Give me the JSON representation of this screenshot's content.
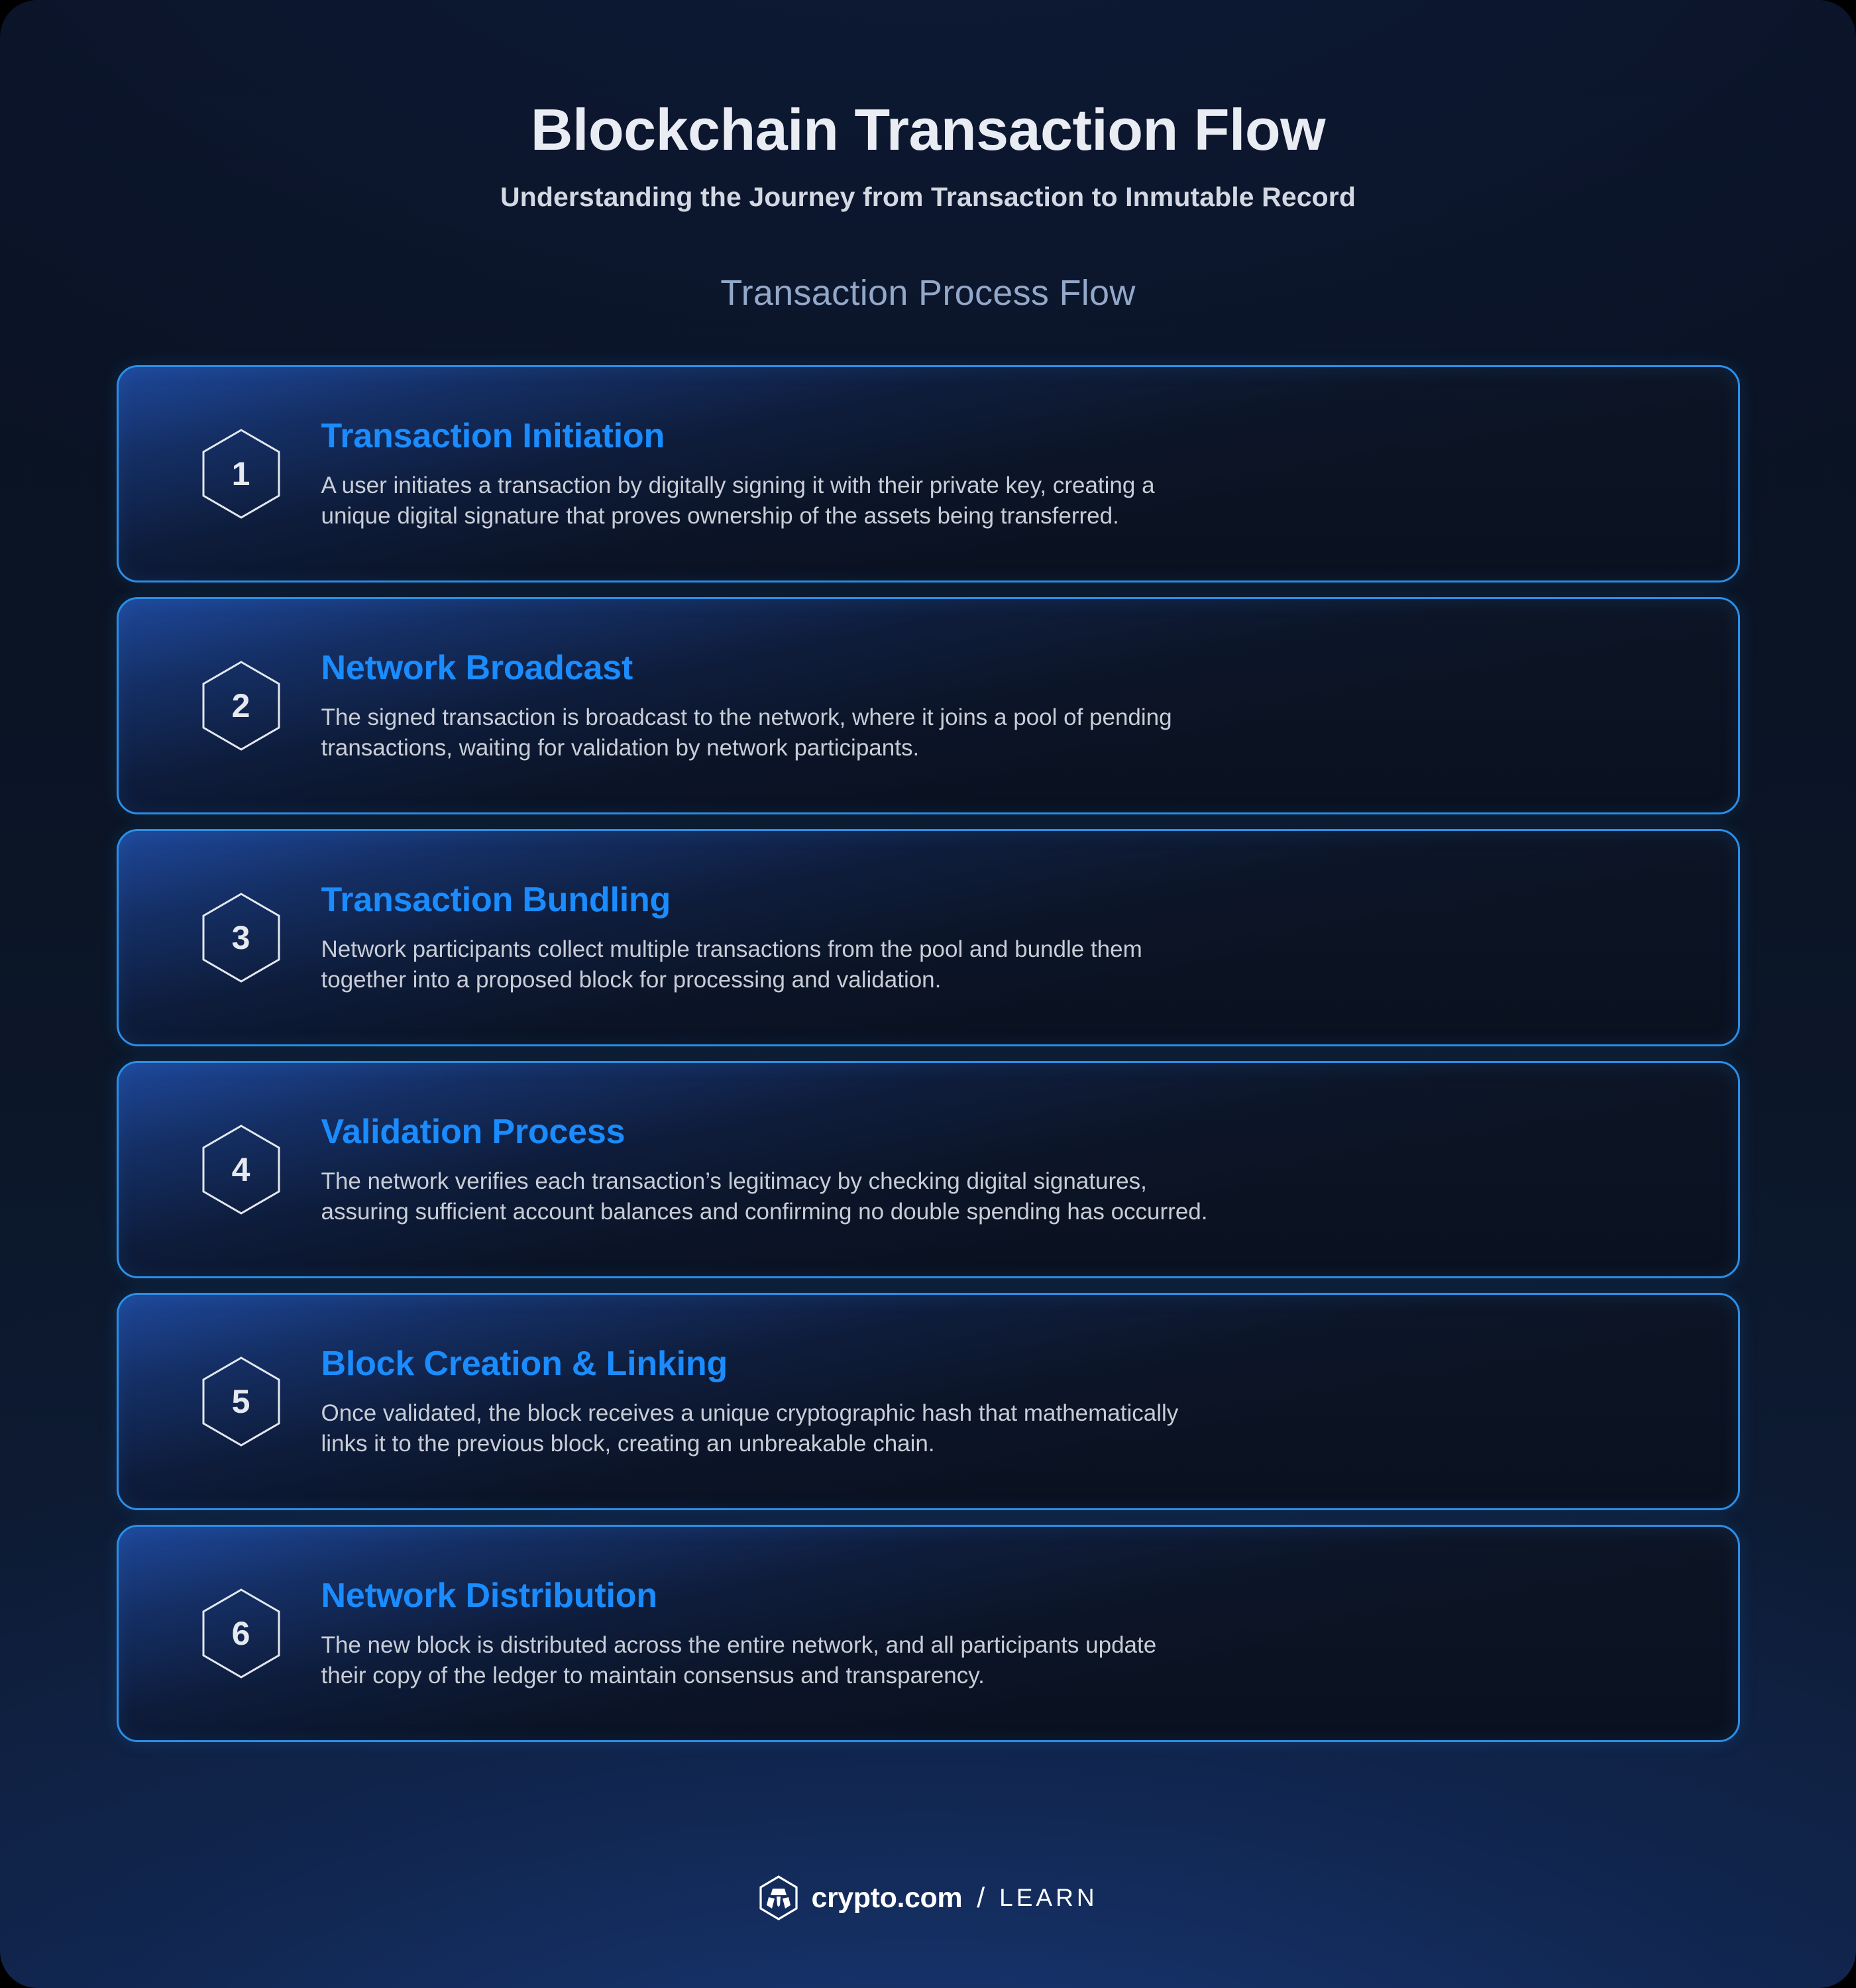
{
  "header": {
    "title": "Blockchain Transaction Flow",
    "subtitle": "Understanding the Journey from Transaction to Inmutable Record",
    "section_title": "Transaction Process Flow"
  },
  "colors": {
    "accent_heading": "#1a8cff",
    "card_border": "#2b8fe8",
    "page_background": "#0a1122",
    "body_text": "#c8cdd6",
    "title_text": "#e9ecf2",
    "section_title_text": "#93a8c9"
  },
  "steps": [
    {
      "number": "1",
      "title": "Transaction Initiation",
      "description": "A user initiates a transaction by digitally signing it with their private key, creating a\nunique digital signature that proves ownership of  the assets being transferred."
    },
    {
      "number": "2",
      "title": "Network Broadcast",
      "description": "The signed transaction is broadcast to the network, where it joins a pool of pending\ntransactions, waiting for validation by network participants."
    },
    {
      "number": "3",
      "title": "Transaction Bundling",
      "description": "Network participants collect multiple transactions from the pool and bundle them\ntogether into a proposed block for processing and validation."
    },
    {
      "number": "4",
      "title": "Validation Process",
      "description": "The network verifies each transaction’s legitimacy by checking digital signatures,\nassuring sufficient account balances  and confirming no double spending has occurred."
    },
    {
      "number": "5",
      "title": "Block Creation & Linking",
      "description": "Once validated, the block receives a unique cryptographic hash that mathematically\nlinks it to the previous block, creating an unbreakable chain."
    },
    {
      "number": "6",
      "title": "Network Distribution",
      "description": "The new block is distributed across the entire network, and all participants update\ntheir copy of the ledger to maintain consensus and transparency."
    }
  ],
  "footer": {
    "brand": "crypto.com",
    "separator": "/",
    "product": "LEARN"
  }
}
